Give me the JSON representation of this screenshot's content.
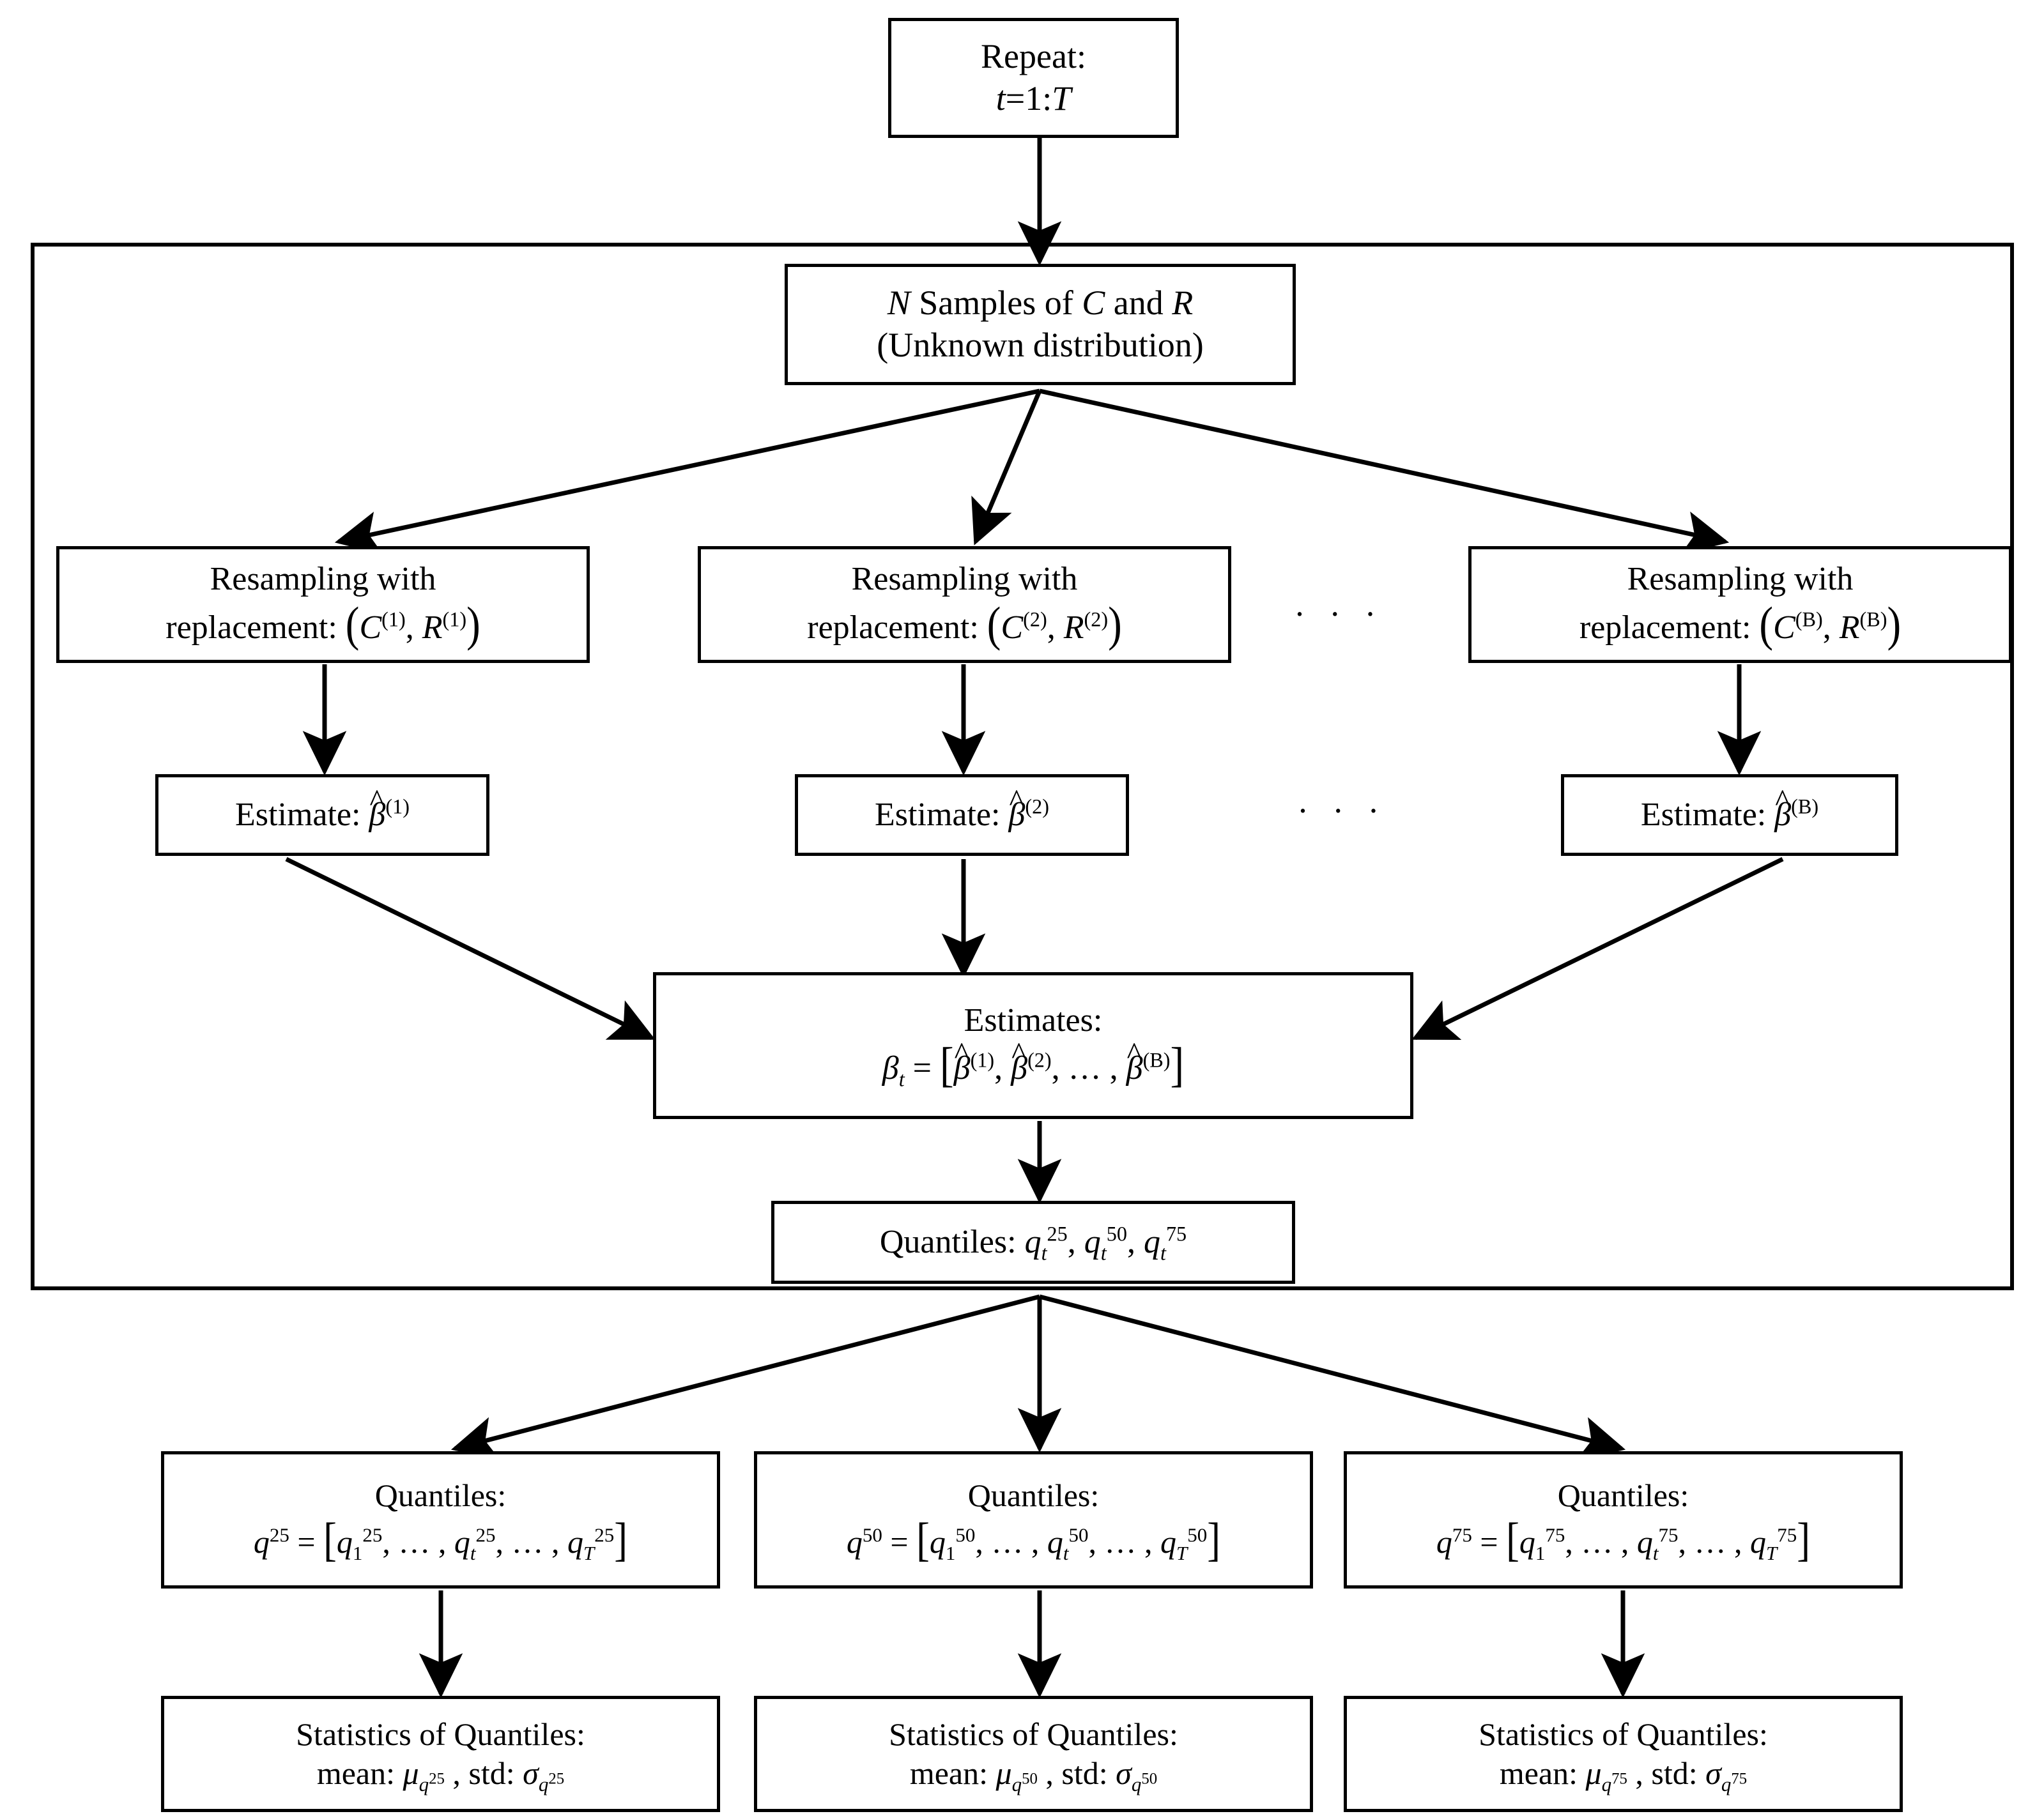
{
  "diagram": {
    "title_semantic": "bootstrap-quantile-estimation-flowchart",
    "colors": {
      "stroke": "#000000",
      "background": "#ffffff",
      "text": "#000000"
    },
    "nodes": {
      "repeat": {
        "line1": "Repeat:",
        "line2_var": "t",
        "line2_rest": "=1:",
        "line2_var2": "T"
      },
      "samples": {
        "line1_a": "N",
        "line1_b": " Samples of ",
        "line1_c": "C",
        "line1_d": " and ",
        "line1_e": "R",
        "line2": "(Unknown distribution)"
      },
      "resample1": {
        "line1": "Resampling with",
        "line2_label": "replacement:",
        "base_c": "C",
        "sup_c": "(1)",
        "base_r": "R",
        "sup_r": "(1)"
      },
      "resample2": {
        "line1": "Resampling with",
        "line2_label": "replacement:",
        "base_c": "C",
        "sup_c": "(2)",
        "base_r": "R",
        "sup_r": "(2)"
      },
      "resampleB": {
        "line1": "Resampling with",
        "line2_label": "replacement:",
        "base_c": "C",
        "sup_c": "(B)",
        "base_r": "R",
        "sup_r": "(B)"
      },
      "estimate1": {
        "label": "Estimate:",
        "symbol": "β",
        "sup": "(1)"
      },
      "estimate2": {
        "label": "Estimate:",
        "symbol": "β",
        "sup": "(2)"
      },
      "estimateB": {
        "label": "Estimate:",
        "symbol": "β",
        "sup": "(B)"
      },
      "estimates": {
        "line1": "Estimates:",
        "lhs_base": "β",
        "lhs_sub": "t",
        "eq": " = ",
        "open": "[",
        "e1": "β",
        "e1sup": "(1)",
        "sep1": ", ",
        "e2": "β",
        "e2sup": "(2)",
        "sep2": ", … , ",
        "e3": "β",
        "e3sup": "(B)",
        "close": "]"
      },
      "quantiles_t": {
        "label": "Quantiles: ",
        "q_base": "q",
        "q_sub": "t",
        "sup1": "25",
        "sup2": "50",
        "sup3": "75",
        "sep": ", "
      },
      "quantiles25": {
        "line1": "Quantiles:",
        "lhs_base": "q",
        "lhs_sup": "25",
        "eq": " = ",
        "open": "[",
        "i1_base": "q",
        "i1_sub": "1",
        "i1_sup": "25",
        "gap1": ", … , ",
        "i2_base": "q",
        "i2_sub": "t",
        "i2_sup": "25",
        "gap2": ", … , ",
        "i3_base": "q",
        "i3_sub": "T",
        "i3_sup": "25",
        "close": "]"
      },
      "quantiles50": {
        "line1": "Quantiles:",
        "lhs_base": "q",
        "lhs_sup": "50",
        "eq": " = ",
        "open": "[",
        "i1_base": "q",
        "i1_sub": "1",
        "i1_sup": "50",
        "gap1": ", … , ",
        "i2_base": "q",
        "i2_sub": "t",
        "i2_sup": "50",
        "gap2": ", … , ",
        "i3_base": "q",
        "i3_sub": "T",
        "i3_sup": "50",
        "close": "]"
      },
      "quantiles75": {
        "line1": "Quantiles:",
        "lhs_base": "q",
        "lhs_sup": "75",
        "eq": " = ",
        "open": "[",
        "i1_base": "q",
        "i1_sub": "1",
        "i1_sup": "75",
        "gap1": ", … , ",
        "i2_base": "q",
        "i2_sub": "t",
        "i2_sup": "75",
        "gap2": ", … , ",
        "i3_base": "q",
        "i3_sub": "T",
        "i3_sup": "75",
        "close": "]"
      },
      "stats25": {
        "line1": "Statistics of Quantiles:",
        "mean_label": "mean: ",
        "mu": "μ",
        "mu_sub_base": "q",
        "mu_sub_sup": "25",
        "comma": " , ",
        "std_label": "std: ",
        "sigma": "σ",
        "sigma_sub_base": "q",
        "sigma_sub_sup": "25"
      },
      "stats50": {
        "line1": "Statistics of Quantiles:",
        "mean_label": "mean: ",
        "mu": "μ",
        "mu_sub_base": "q",
        "mu_sub_sup": "50",
        "comma": " , ",
        "std_label": "std: ",
        "sigma": "σ",
        "sigma_sub_base": "q",
        "sigma_sub_sup": "50"
      },
      "stats75": {
        "line1": "Statistics of Quantiles:",
        "mean_label": "mean: ",
        "mu": "μ",
        "mu_sub_base": "q",
        "mu_sub_sup": "75",
        "comma": " , ",
        "std_label": "std: ",
        "sigma": "σ",
        "sigma_sub_base": "q",
        "sigma_sub_sup": "75"
      }
    },
    "ellipses": {
      "resample_row": "· · ·",
      "estimate_row": "· · ·"
    }
  }
}
